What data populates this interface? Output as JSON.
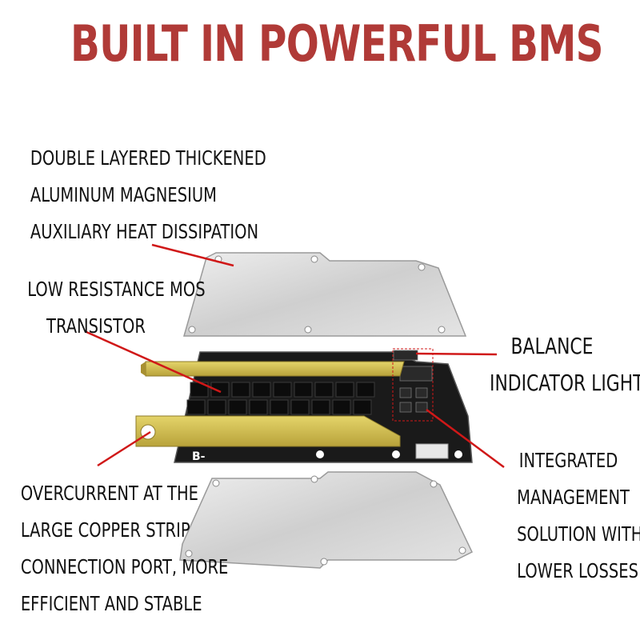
{
  "title": {
    "text": "BUILT IN POWERFUL BMS",
    "color": "#b03a37"
  },
  "labels": {
    "heat": [
      "DOUBLE LAYERED THICKENED",
      "ALUMINUM MAGNESIUM",
      "AUXILIARY HEAT DISSIPATION"
    ],
    "mos": [
      "LOW RESISTANCE MOS",
      "TRANSISTOR"
    ],
    "balance": [
      "BALANCE",
      "INDICATOR LIGHT"
    ],
    "overcurrent": [
      "OVERCURRENT AT THE",
      "LARGE COPPER STRIP",
      "CONNECTION PORT, MORE",
      "EFFICIENT AND STABLE"
    ],
    "integrated": [
      "INTEGRATED",
      "MANAGEMENT",
      "SOLUTION WITH",
      "LOWER LOSSES"
    ]
  },
  "board": {
    "terminal_label": "B-"
  },
  "colors": {
    "pointer": "#d01818",
    "heatsink": "#d9d9d9",
    "pcb": "#1a1a1a",
    "copper": "#d6c25a"
  }
}
